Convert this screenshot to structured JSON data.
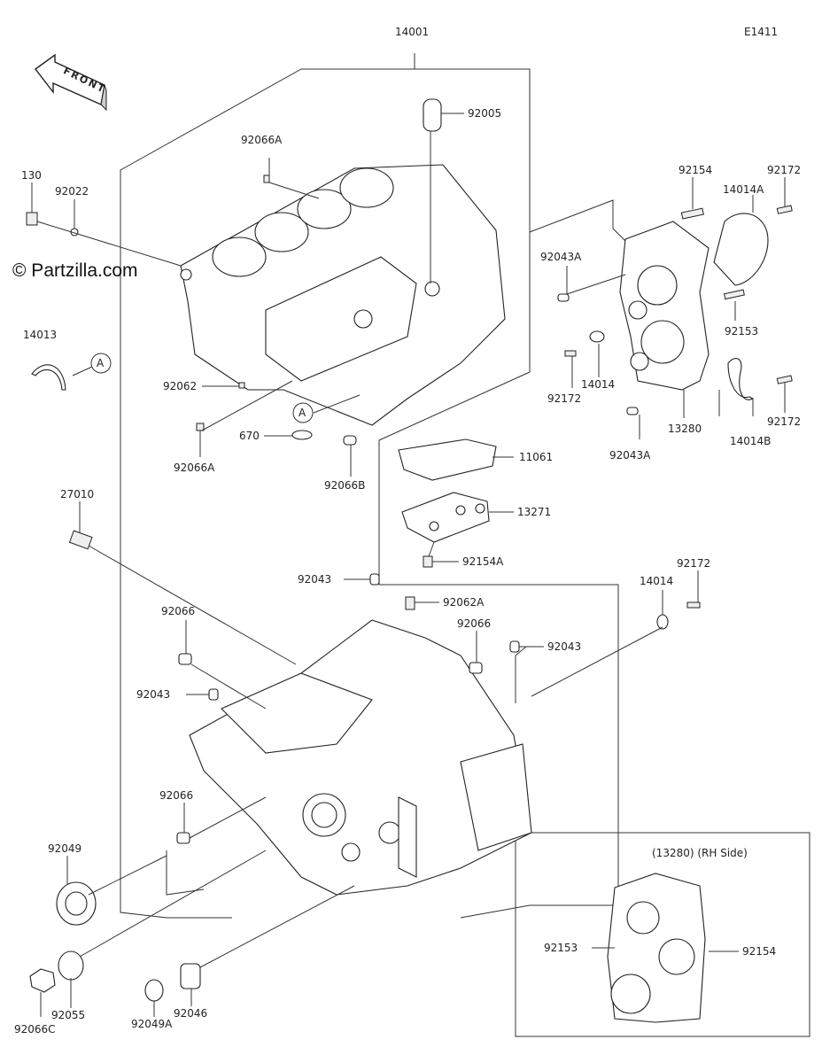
{
  "diagram_code": "E1411",
  "watermark": "© Partzilla.com",
  "front_label": "FRONT",
  "callout_letter": "A",
  "inset_title": "(13280) (RH Side)",
  "part_numbers": {
    "p14001": "14001",
    "p92005": "92005",
    "p92066A_top": "92066A",
    "p130": "130",
    "p92022": "92022",
    "p92154_top": "92154",
    "p92172_top": "92172",
    "p14014A": "14014A",
    "p92043A_top": "92043A",
    "p92153": "92153",
    "p14013": "14013",
    "p14014_mid": "14014",
    "p92172_mid": "92172",
    "p92062": "92062",
    "p13280": "13280",
    "p92172_right": "92172",
    "p670": "670",
    "p92066A_mid": "92066A",
    "p92066B": "92066B",
    "p11061": "11061",
    "p92043A_bot": "92043A",
    "p14014B": "14014B",
    "p27010": "27010",
    "p13271": "13271",
    "p92154A": "92154A",
    "p92172_low": "92172",
    "p14014_low": "14014",
    "p92043_a": "92043",
    "p92062A": "92062A",
    "p92066_a": "92066",
    "p92066_b": "92066",
    "p92043_b": "92043",
    "p92043_c": "92043",
    "p92066_c": "92066",
    "p92049": "92049",
    "p92055": "92055",
    "p92066C": "92066C",
    "p92049A": "92049A",
    "p92046": "92046",
    "p92153_inset": "92153",
    "p92154_inset": "92154"
  }
}
